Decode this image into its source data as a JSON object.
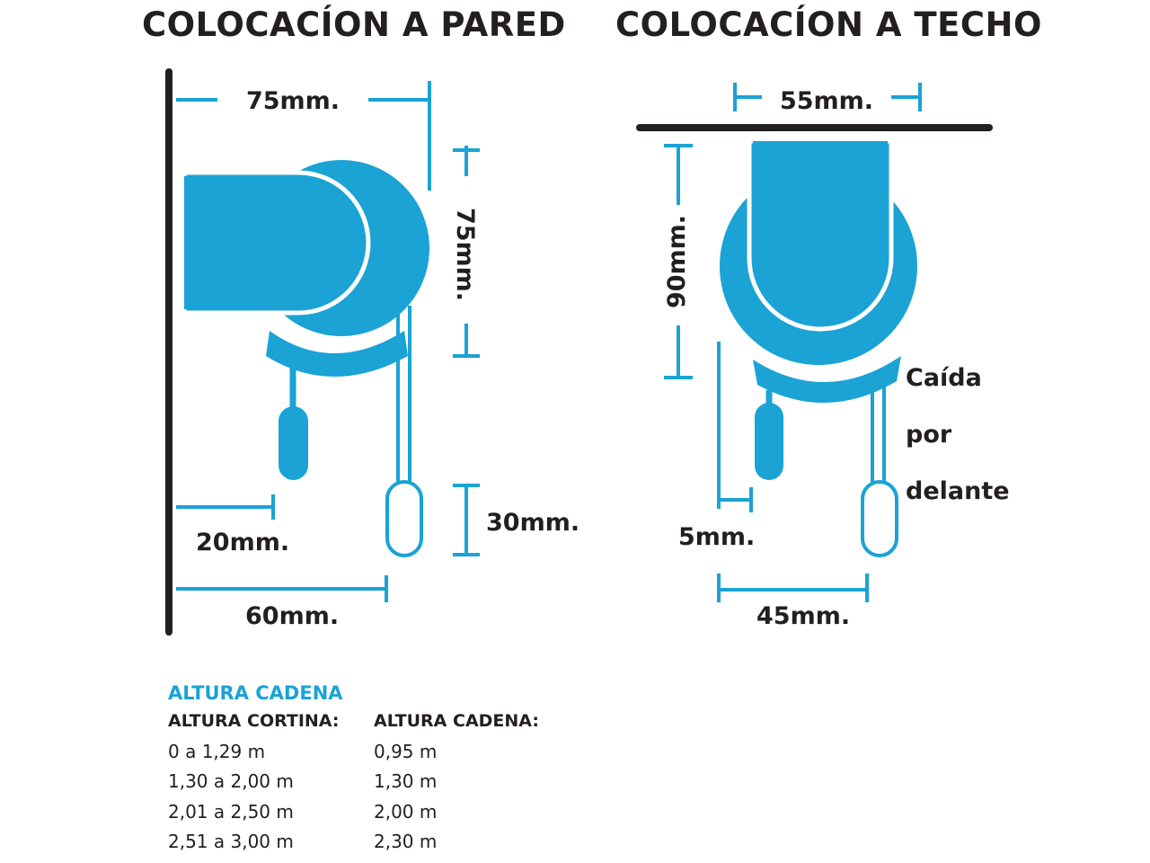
{
  "headings": {
    "wall": "COLOCACÍON A PARED",
    "ceiling": "COLOCACÍON A TECHO"
  },
  "colors": {
    "accent": "#1aa3d4",
    "ink": "#231f20",
    "background": "#ffffff"
  },
  "wall_mount": {
    "dims": {
      "top_width": "75mm.",
      "height": "75mm.",
      "weight_offset": "20mm.",
      "chain_depth": "60mm.",
      "handle_height": "30mm."
    }
  },
  "ceiling_mount": {
    "dims": {
      "top_width": "55mm.",
      "height": "90mm.",
      "offset": "5mm.",
      "chain_depth": "45mm."
    },
    "note": [
      "Caída",
      "por",
      "delante"
    ]
  },
  "table": {
    "title": "ALTURA CADENA",
    "headers": [
      "ALTURA CORTINA:",
      "ALTURA CADENA:"
    ],
    "rows": [
      [
        "0 a 1,29 m",
        "0,95 m"
      ],
      [
        "1,30 a 2,00 m",
        "1,30 m"
      ],
      [
        "2,01 a 2,50 m",
        "2,00 m"
      ],
      [
        "2,51 a 3,00 m",
        "2,30 m"
      ]
    ]
  }
}
